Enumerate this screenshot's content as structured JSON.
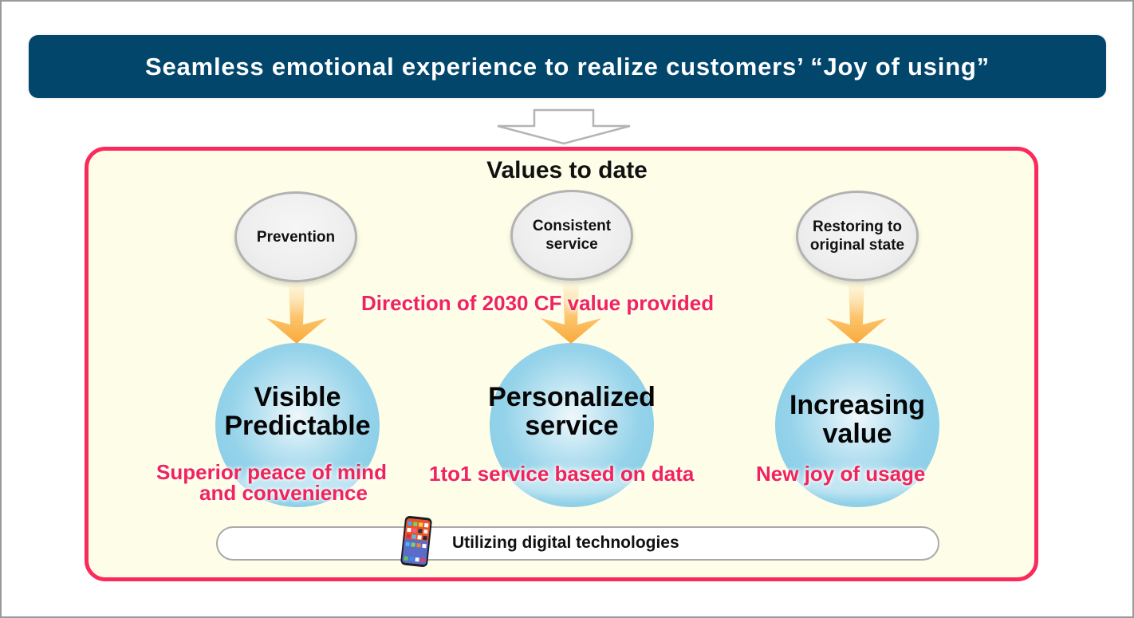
{
  "banner": {
    "title": "Seamless emotional experience to realize customers’ “Joy of using”",
    "background_color": "#02466c"
  },
  "panel": {
    "title": "Values to date",
    "border_color": "#fb2a5c",
    "background_color": "#fefee8"
  },
  "current_values": [
    {
      "label": "Prevention"
    },
    {
      "label_line1": "Consistent",
      "label_line2": "service"
    },
    {
      "label_line1": "Restoring to",
      "label_line2": "original state"
    }
  ],
  "direction_label": "Direction of 2030 CF value provided",
  "future_values": [
    {
      "line1": "Visible",
      "line2": "Predictable",
      "subtitle_line1": "Superior peace of mind",
      "subtitle_line2": "and convenience"
    },
    {
      "line1": "Personalized",
      "line2": "service",
      "subtitle_line1": "1to1 service based on data"
    },
    {
      "line1": "Increasing",
      "line2": "value",
      "subtitle_line1": "New joy of usage"
    }
  ],
  "footer": {
    "label": "Utilizing digital technologies",
    "icon": "smartphone-icon"
  },
  "colors": {
    "accent_red": "#f0245a",
    "sphere_blue": "#8bcfe8",
    "arrow_orange": "#fbb040"
  }
}
